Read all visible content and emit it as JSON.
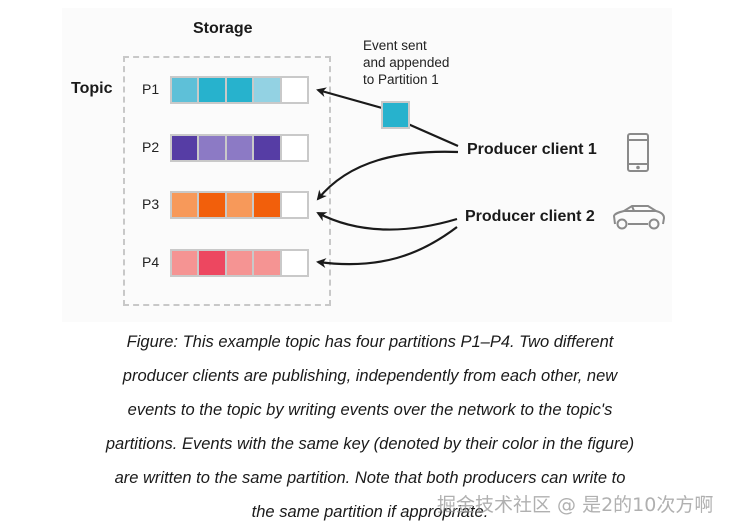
{
  "diagram": {
    "storage_title": "Storage",
    "topic_label": "Topic",
    "partitions": [
      {
        "label": "P1",
        "cells": [
          "#5ec0d8",
          "#27b2cd",
          "#27b2cd",
          "#93d2e3",
          "#ffffff"
        ]
      },
      {
        "label": "P2",
        "cells": [
          "#563da5",
          "#8c7ac5",
          "#8c7ac5",
          "#563da5",
          "#ffffff"
        ]
      },
      {
        "label": "P3",
        "cells": [
          "#f7995a",
          "#f25f0b",
          "#f7995a",
          "#f25f0b",
          "#ffffff"
        ]
      },
      {
        "label": "P4",
        "cells": [
          "#f59493",
          "#ed4760",
          "#f59493",
          "#f59493",
          "#ffffff"
        ]
      }
    ],
    "event_annotation": [
      "Event sent",
      "and appended",
      "to Partition 1"
    ],
    "event_color": "#27b2cd",
    "producers": [
      {
        "label": "Producer client 1",
        "icon": "phone-icon"
      },
      {
        "label": "Producer client 2",
        "icon": "car-icon"
      }
    ],
    "arrows": [
      {
        "from": "Producer client 1",
        "to": "P1",
        "via": "event"
      },
      {
        "from": "Producer client 1",
        "to": "P3"
      },
      {
        "from": "Producer client 2",
        "to": "P3"
      },
      {
        "from": "Producer client 2",
        "to": "P4"
      }
    ]
  },
  "caption": {
    "lines": [
      "Figure: This example topic has four partitions P1–P4. Two different",
      "producer clients are publishing, independently from each other, new",
      "events to the topic by writing events over the network to the topic's",
      "partitions. Events with the same key (denoted by their color in the figure)",
      "are written to the same partition. Note that both producers can write to",
      "the same partition if appropriate."
    ]
  },
  "watermark": "掘金技术社区 @ 是2的10次方啊"
}
